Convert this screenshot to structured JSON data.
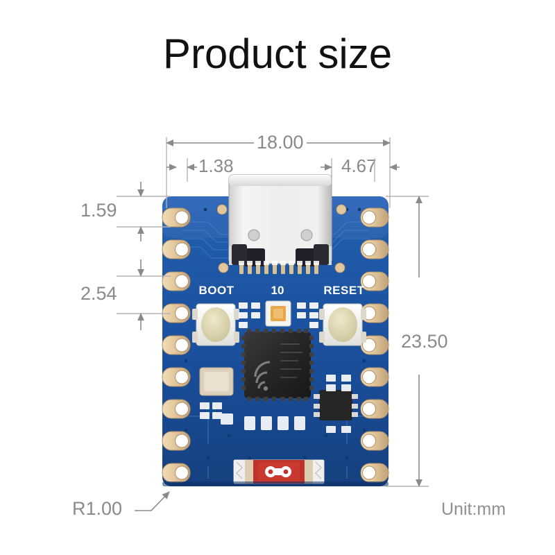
{
  "page": {
    "title": "Product size",
    "unit_label": "Unit:mm",
    "background_color": "#ffffff",
    "title_color": "#111111",
    "dimension_color": "#8a8a8a"
  },
  "dimensions": {
    "overall_width": "18.00",
    "usb_offset_left": "1.38",
    "usb_offset_right": "4.67",
    "top_edge_to_first_pad": "1.59",
    "pad_pitch": "2.54",
    "overall_height": "23.50",
    "corner_radius": "R1.00"
  },
  "board": {
    "silkscreen": {
      "boot_label": "BOOT",
      "center_label": "10",
      "reset_label": "RESET"
    },
    "colors": {
      "pcb": "#1b4f9c",
      "pcb_dark": "#123a78",
      "pcb_light": "#2a63b8",
      "pad_gold": "#e8cfa4",
      "pad_gold_dark": "#c2a477",
      "silk_white": "#ffffff",
      "usb_shield": "#e6e6e6",
      "usb_shield_shade": "#bfbfbf",
      "chip_black": "#2b2b2b",
      "button_white": "#f4f4f2",
      "button_cream": "#ded9b8",
      "antenna_red": "#c0322b",
      "led_white": "#f2f2ee",
      "led_orange": "#e8a64a",
      "crystal_tan": "#ddd0bb"
    },
    "pad_count_left": 9,
    "pad_count_right": 9
  },
  "chart_data": {
    "type": "table",
    "title": "Product size",
    "categories": [
      "18.00",
      "1.38",
      "4.67",
      "1.59",
      "2.54",
      "23.50",
      "R1.00"
    ],
    "values": [
      18.0,
      1.38,
      4.67,
      1.59,
      2.54,
      23.5,
      1.0
    ],
    "unit": "mm"
  }
}
